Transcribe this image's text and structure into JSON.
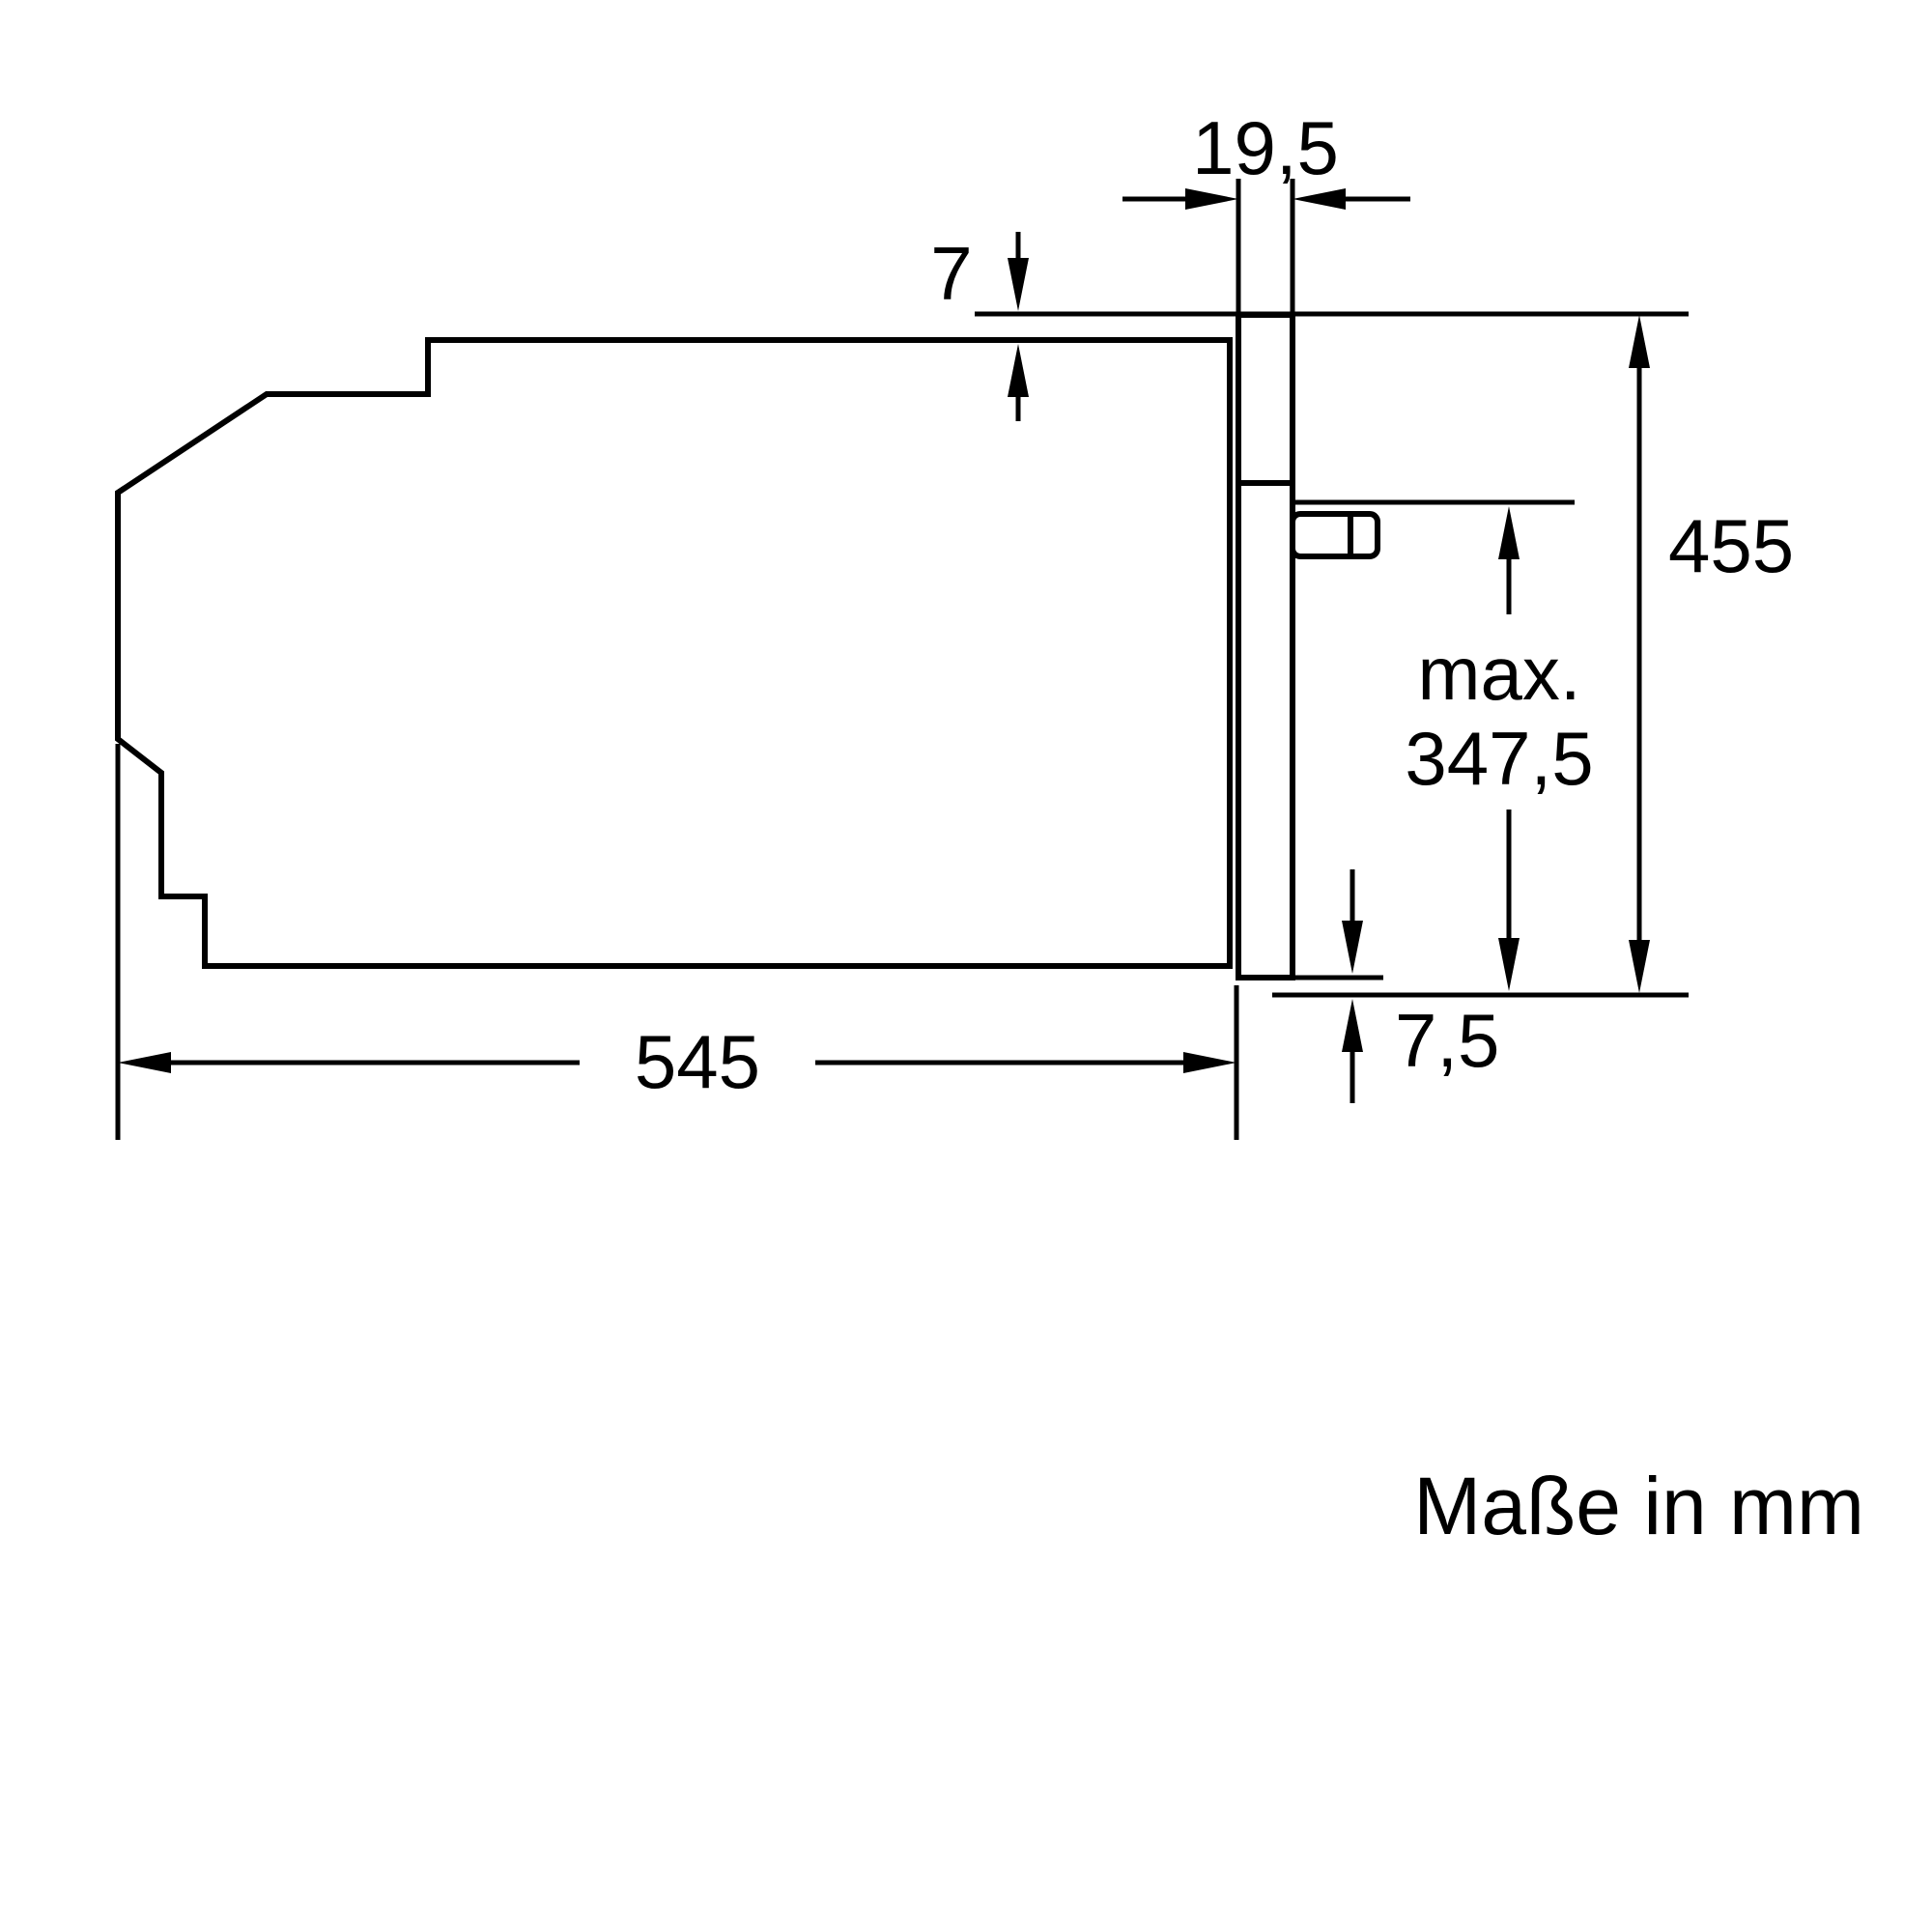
{
  "page": {
    "background": "#ffffff",
    "line_color": "#000000"
  },
  "drawing": {
    "type": "appliance-installation-dimension-drawing",
    "caption": "Maße in mm",
    "dimensions": {
      "door_protrusion": "19,5",
      "top_overlap": "7",
      "niche_height": "455",
      "max_prefix": "max.",
      "max_value": "347,5",
      "bottom_clearance": "7,5",
      "depth": "545"
    }
  }
}
